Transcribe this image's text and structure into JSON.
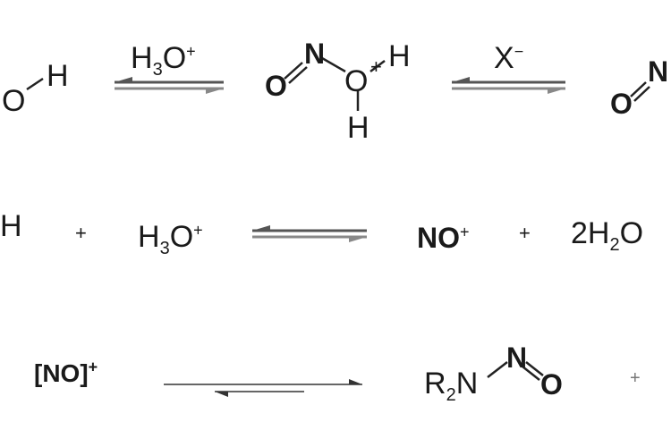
{
  "row1": {
    "left_fragment_O": "O",
    "left_fragment_H": "H",
    "arrow1_reagent": "H",
    "arrow1_reagent_sub": "3",
    "arrow1_reagent_O": "O",
    "arrow1_reagent_charge": "+",
    "mid_N": "N",
    "mid_O_left": "O",
    "mid_O_center": "O",
    "mid_charge": "+",
    "mid_H_right": "H",
    "mid_H_bottom": "H",
    "arrow2_reagent": "X",
    "arrow2_charge": "−",
    "right_O": "O",
    "right_N": "N"
  },
  "row2": {
    "left_H": "H",
    "plus1": "+",
    "reactant_H": "H",
    "reactant_sub": "3",
    "reactant_O": "O",
    "reactant_charge": "+",
    "product1": "NO",
    "product1_charge": "+",
    "plus2": "+",
    "product2_coef": "2H",
    "product2_sub": "2",
    "product2_O": "O"
  },
  "row3": {
    "reactant": "[NO]",
    "reactant_charge": "+",
    "product_R": "R",
    "product_sub": "2",
    "product_N": "N",
    "product_N2": "N",
    "product_O": "O",
    "plus": "+"
  }
}
